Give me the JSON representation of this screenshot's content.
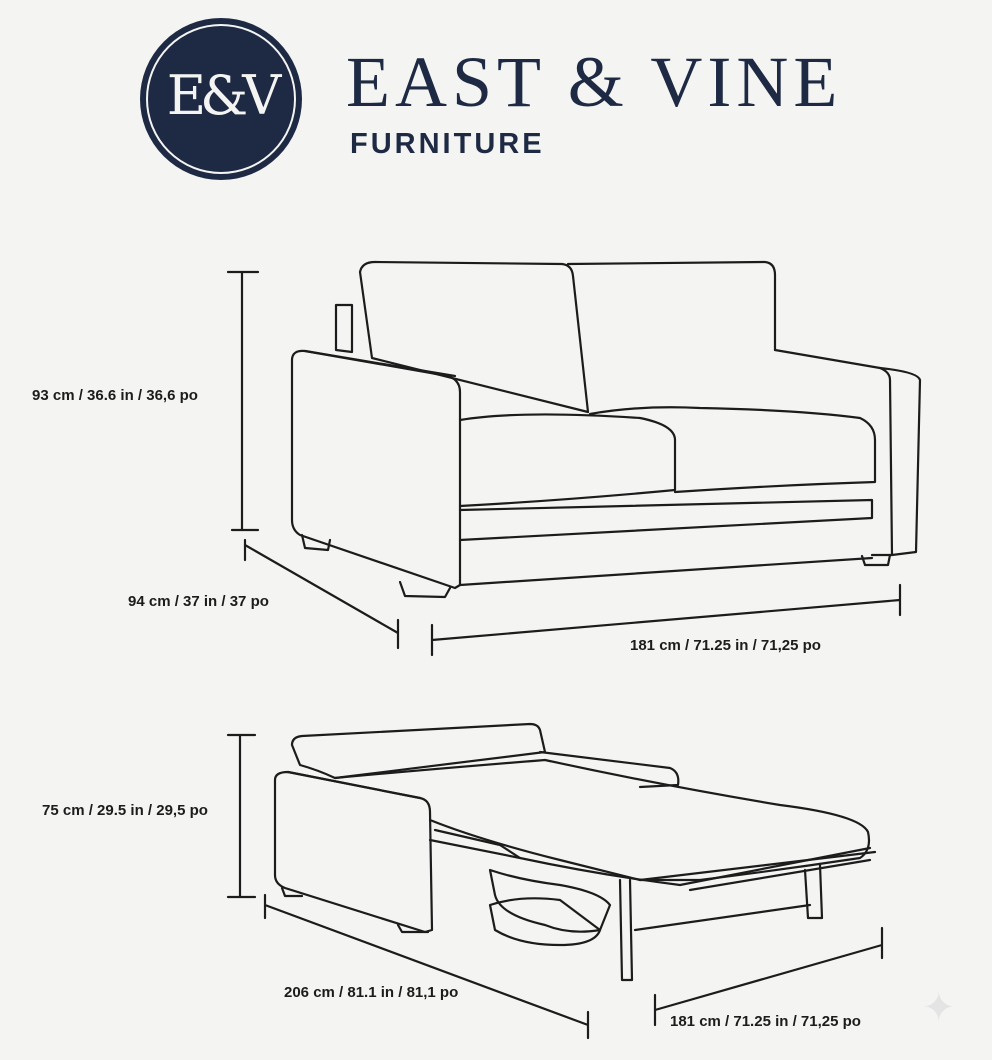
{
  "brand": {
    "name": "EAST & VINE",
    "subtitle": "FURNITURE",
    "monogram": "E&V",
    "color": "#1e2a44"
  },
  "sofa": {
    "height": "93 cm / 36.6 in / 36,6 po",
    "depth": "94 cm / 37 in / 37 po",
    "width": "181 cm / 71.25 in / 71,25 po"
  },
  "sofa_bed": {
    "height": "75 cm / 29.5 in / 29,5 po",
    "depth": "206 cm / 81.1 in / 81,1 po",
    "width": "181 cm / 71.25 in / 71,25 po"
  }
}
